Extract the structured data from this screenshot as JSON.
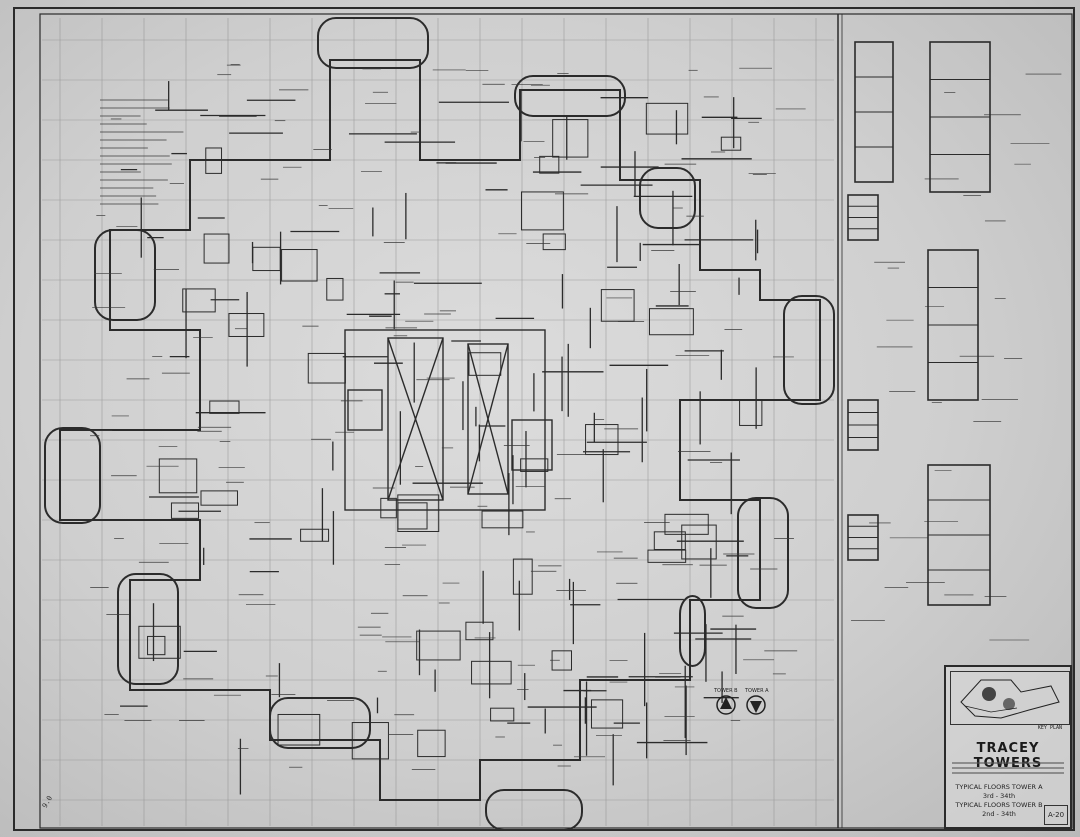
{
  "title_block": {
    "project": "TRACEY TOWERS",
    "key_plan_label": "KEY PLAN",
    "drawing_title_1": "TYPICAL FLOORS TOWER A",
    "floors_1": "3rd - 34th",
    "drawing_title_2": "TYPICAL FLOORS TOWER B",
    "floors_2": "2nd - 34th",
    "sheet_number": "A-20"
  },
  "north_markers": {
    "tower_b": "TOWER B",
    "tower_a": "TOWER A"
  },
  "colors": {
    "paper": "#d4d4d4",
    "ink": "#2b2b2b",
    "grid": "#9a9a9a"
  }
}
